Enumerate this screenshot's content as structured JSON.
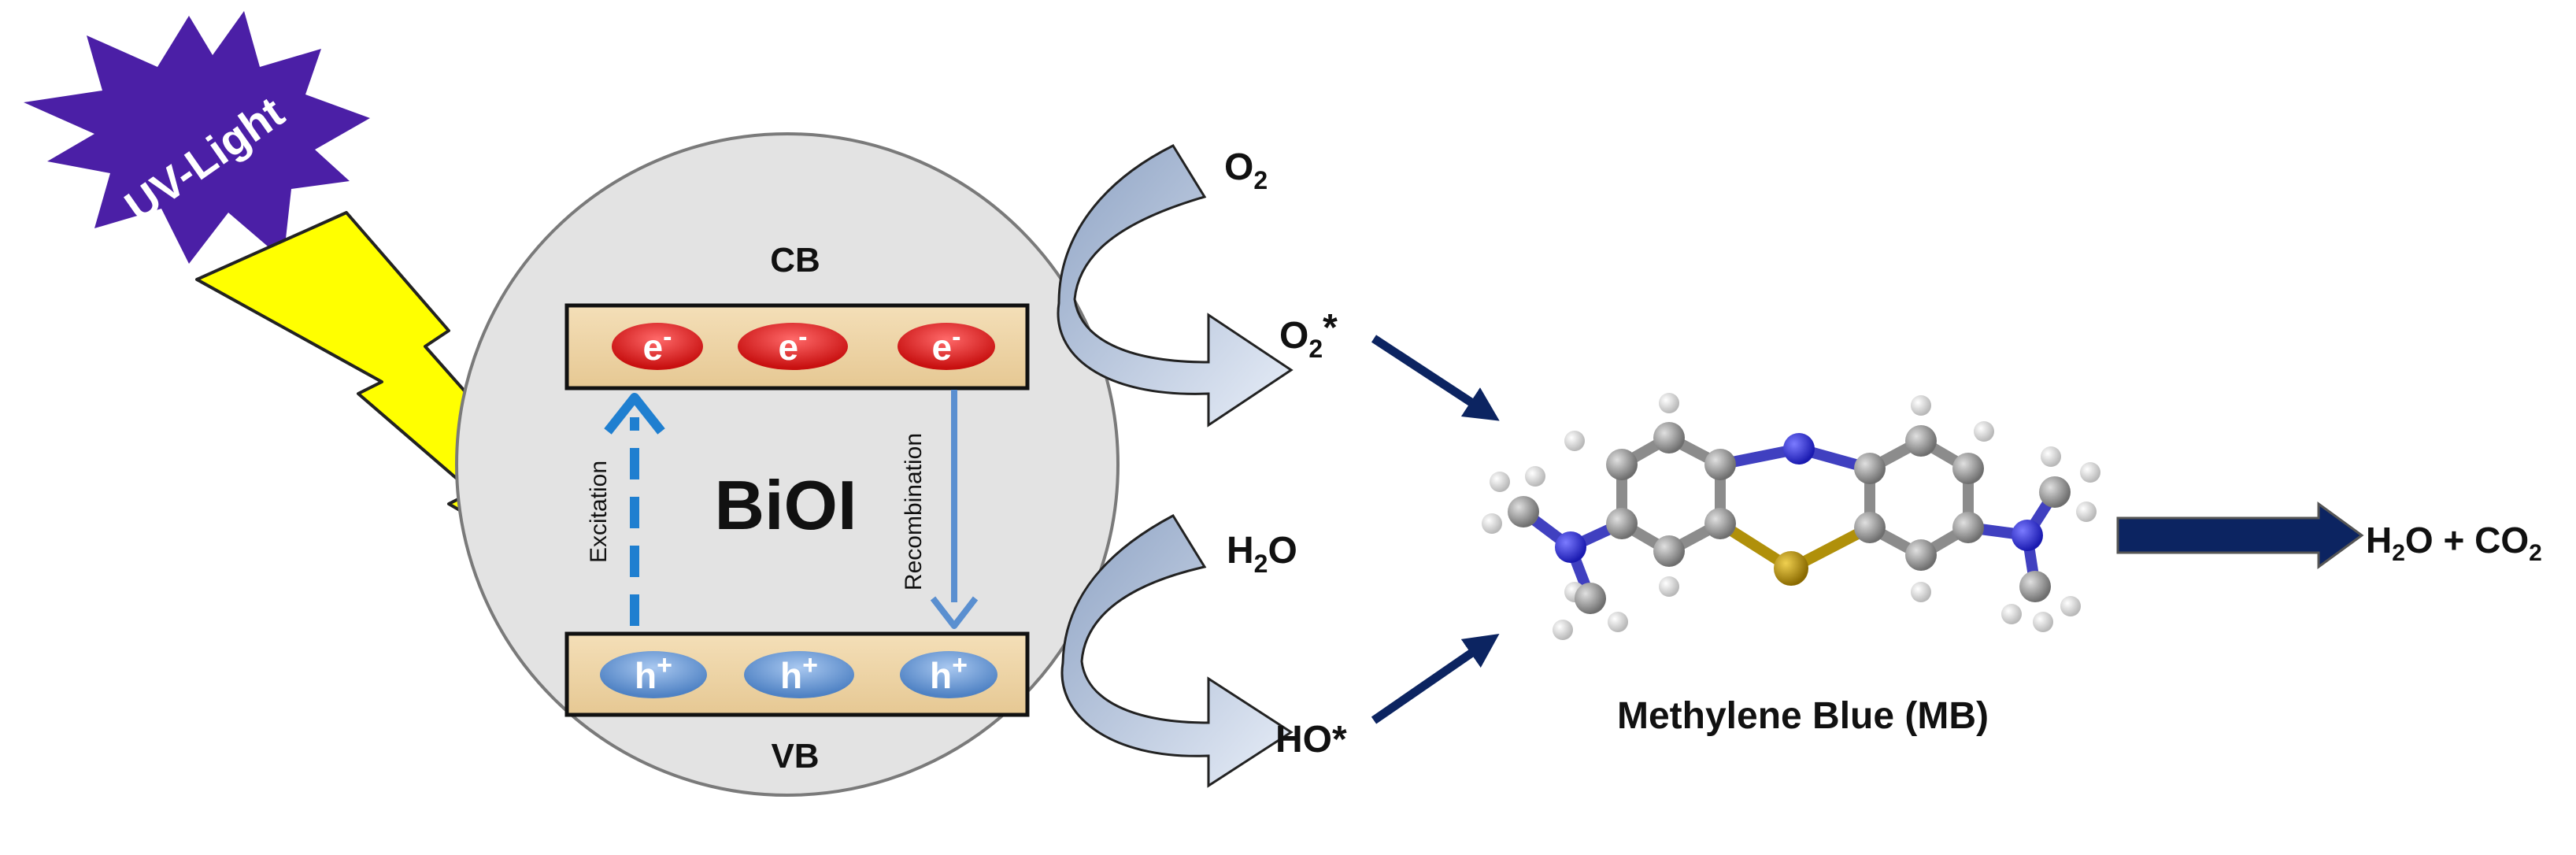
{
  "light": {
    "label": "UV-Light"
  },
  "catalyst": {
    "name": "BiOI",
    "cb_label": "CB",
    "vb_label": "VB"
  },
  "electrons": {
    "symbol": "e",
    "charge": "-"
  },
  "holes": {
    "symbol": "h",
    "charge": "+"
  },
  "processes": {
    "excitation": "Excitation",
    "recombination": "Recombination"
  },
  "species": {
    "o2": {
      "main": "O",
      "sub": "2"
    },
    "o2_radical": {
      "main": "O",
      "sub": "2",
      "suffix": "*"
    },
    "h2o": {
      "main": "H",
      "sub": "2",
      "suffix": "O"
    },
    "ho_radical": {
      "text": "HO*"
    }
  },
  "molecule": {
    "name": "Methylene Blue (MB)"
  },
  "products": {
    "p1": "H",
    "p1sub": "2",
    "p2": "O + CO",
    "p2sub": "2"
  },
  "colors": {
    "star": "#4b1fa6",
    "bolt": "#ffff00",
    "circle": "#e3e3e3",
    "electron": "#e41e1e",
    "hole": "#6f9fd8",
    "arrow_dark": "#0c2461",
    "curve_arrow": "#aebfd8",
    "excitation_arrow": "#1f7fd0",
    "recomb_arrow": "#5a8fd0",
    "carbon": "#8c8c8c",
    "nitrogen": "#2a2ad0",
    "sulfur": "#b0900a",
    "hydrogen": "#e6e6e6"
  }
}
